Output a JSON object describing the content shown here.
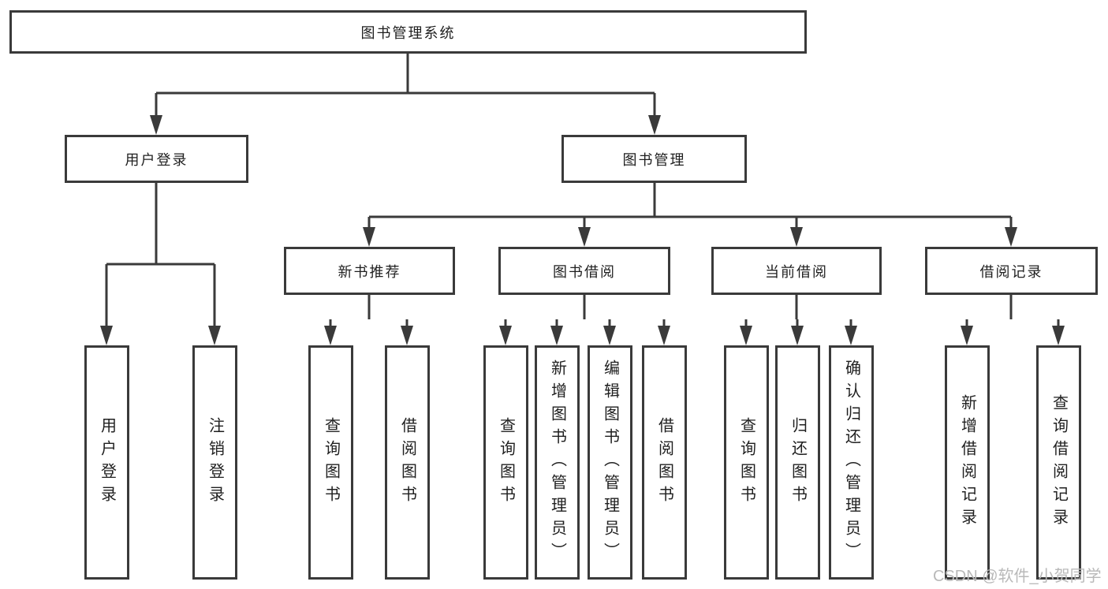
{
  "colors": {
    "background": "#ffffff",
    "line": "#3a3a3a",
    "box_border": "#3a3a3a",
    "text": "#1f1f1f",
    "watermark": "#b9b9b9"
  },
  "tree": {
    "label": "图书管理系统",
    "children": [
      {
        "label": "用户登录",
        "children": [
          {
            "label": "用户登录"
          },
          {
            "label": "注销登录"
          }
        ]
      },
      {
        "label": "图书管理",
        "children": [
          {
            "label": "新书推荐",
            "children": [
              {
                "label": "查询图书"
              },
              {
                "label": "借阅图书"
              }
            ]
          },
          {
            "label": "图书借阅",
            "children": [
              {
                "label": "查询图书"
              },
              {
                "label": "新增图书（管理员）"
              },
              {
                "label": "编辑图书（管理员）"
              },
              {
                "label": "借阅图书"
              }
            ]
          },
          {
            "label": "当前借阅",
            "children": [
              {
                "label": "查询图书"
              },
              {
                "label": "归还图书"
              },
              {
                "label": "确认归还（管理员）"
              }
            ]
          },
          {
            "label": "借阅记录",
            "children": [
              {
                "label": "新增借阅记录"
              },
              {
                "label": "查询借阅记录"
              }
            ]
          }
        ]
      }
    ]
  },
  "watermark": {
    "text": "CSDN @软件_小贺同学"
  }
}
